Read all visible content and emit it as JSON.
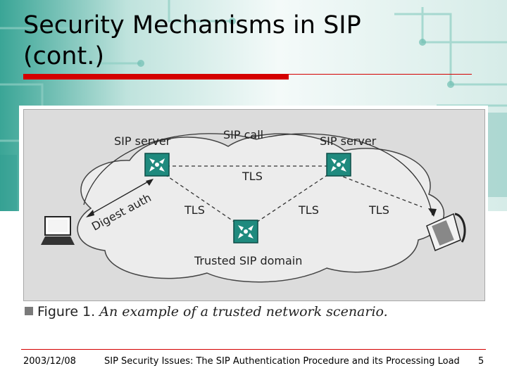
{
  "slide": {
    "title_line1": "Security Mechanisms in SIP",
    "title_line2": "(cont.)"
  },
  "diagram": {
    "server_left_label": "SIP server",
    "server_right_label": "SIP server",
    "sip_call_label": "SIP call",
    "tls_center_label": "TLS",
    "tls_left_label": "TLS",
    "tls_mid_label": "TLS",
    "tls_right_label": "TLS",
    "digest_label": "Digest auth",
    "trusted_domain_label": "Trusted SIP domain",
    "caption_prefix": "Figure 1.",
    "caption_text": "An example of a trusted network scenario."
  },
  "footer": {
    "date": "2003/12/08",
    "subtitle": "SIP Security Issues: The SIP Authentication Procedure and its Processing Load",
    "page_number": "5"
  },
  "colors": {
    "accent_red": "#d40000",
    "background_teal": "#2f9c8e",
    "server_box": "#1f8a7e"
  }
}
